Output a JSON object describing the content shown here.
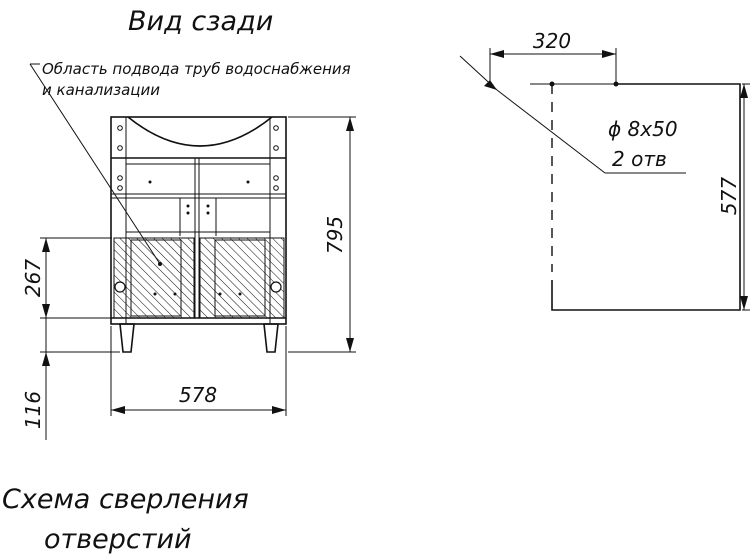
{
  "title_back_view": "Вид сзади",
  "note_pipes_line1": "Область подвода труб водоснабжения",
  "note_pipes_line2": "и канализации",
  "title_drilling_line1": "Схема сверления",
  "title_drilling_line2": "отверстий",
  "dimensions": {
    "overall_height": "795",
    "pipe_zone_height": "267",
    "leg_height": "116",
    "width": "578",
    "hole_offset": "320",
    "hole_height": "577",
    "hole_spec": "ϕ 8х50",
    "hole_count": "2 отв"
  }
}
